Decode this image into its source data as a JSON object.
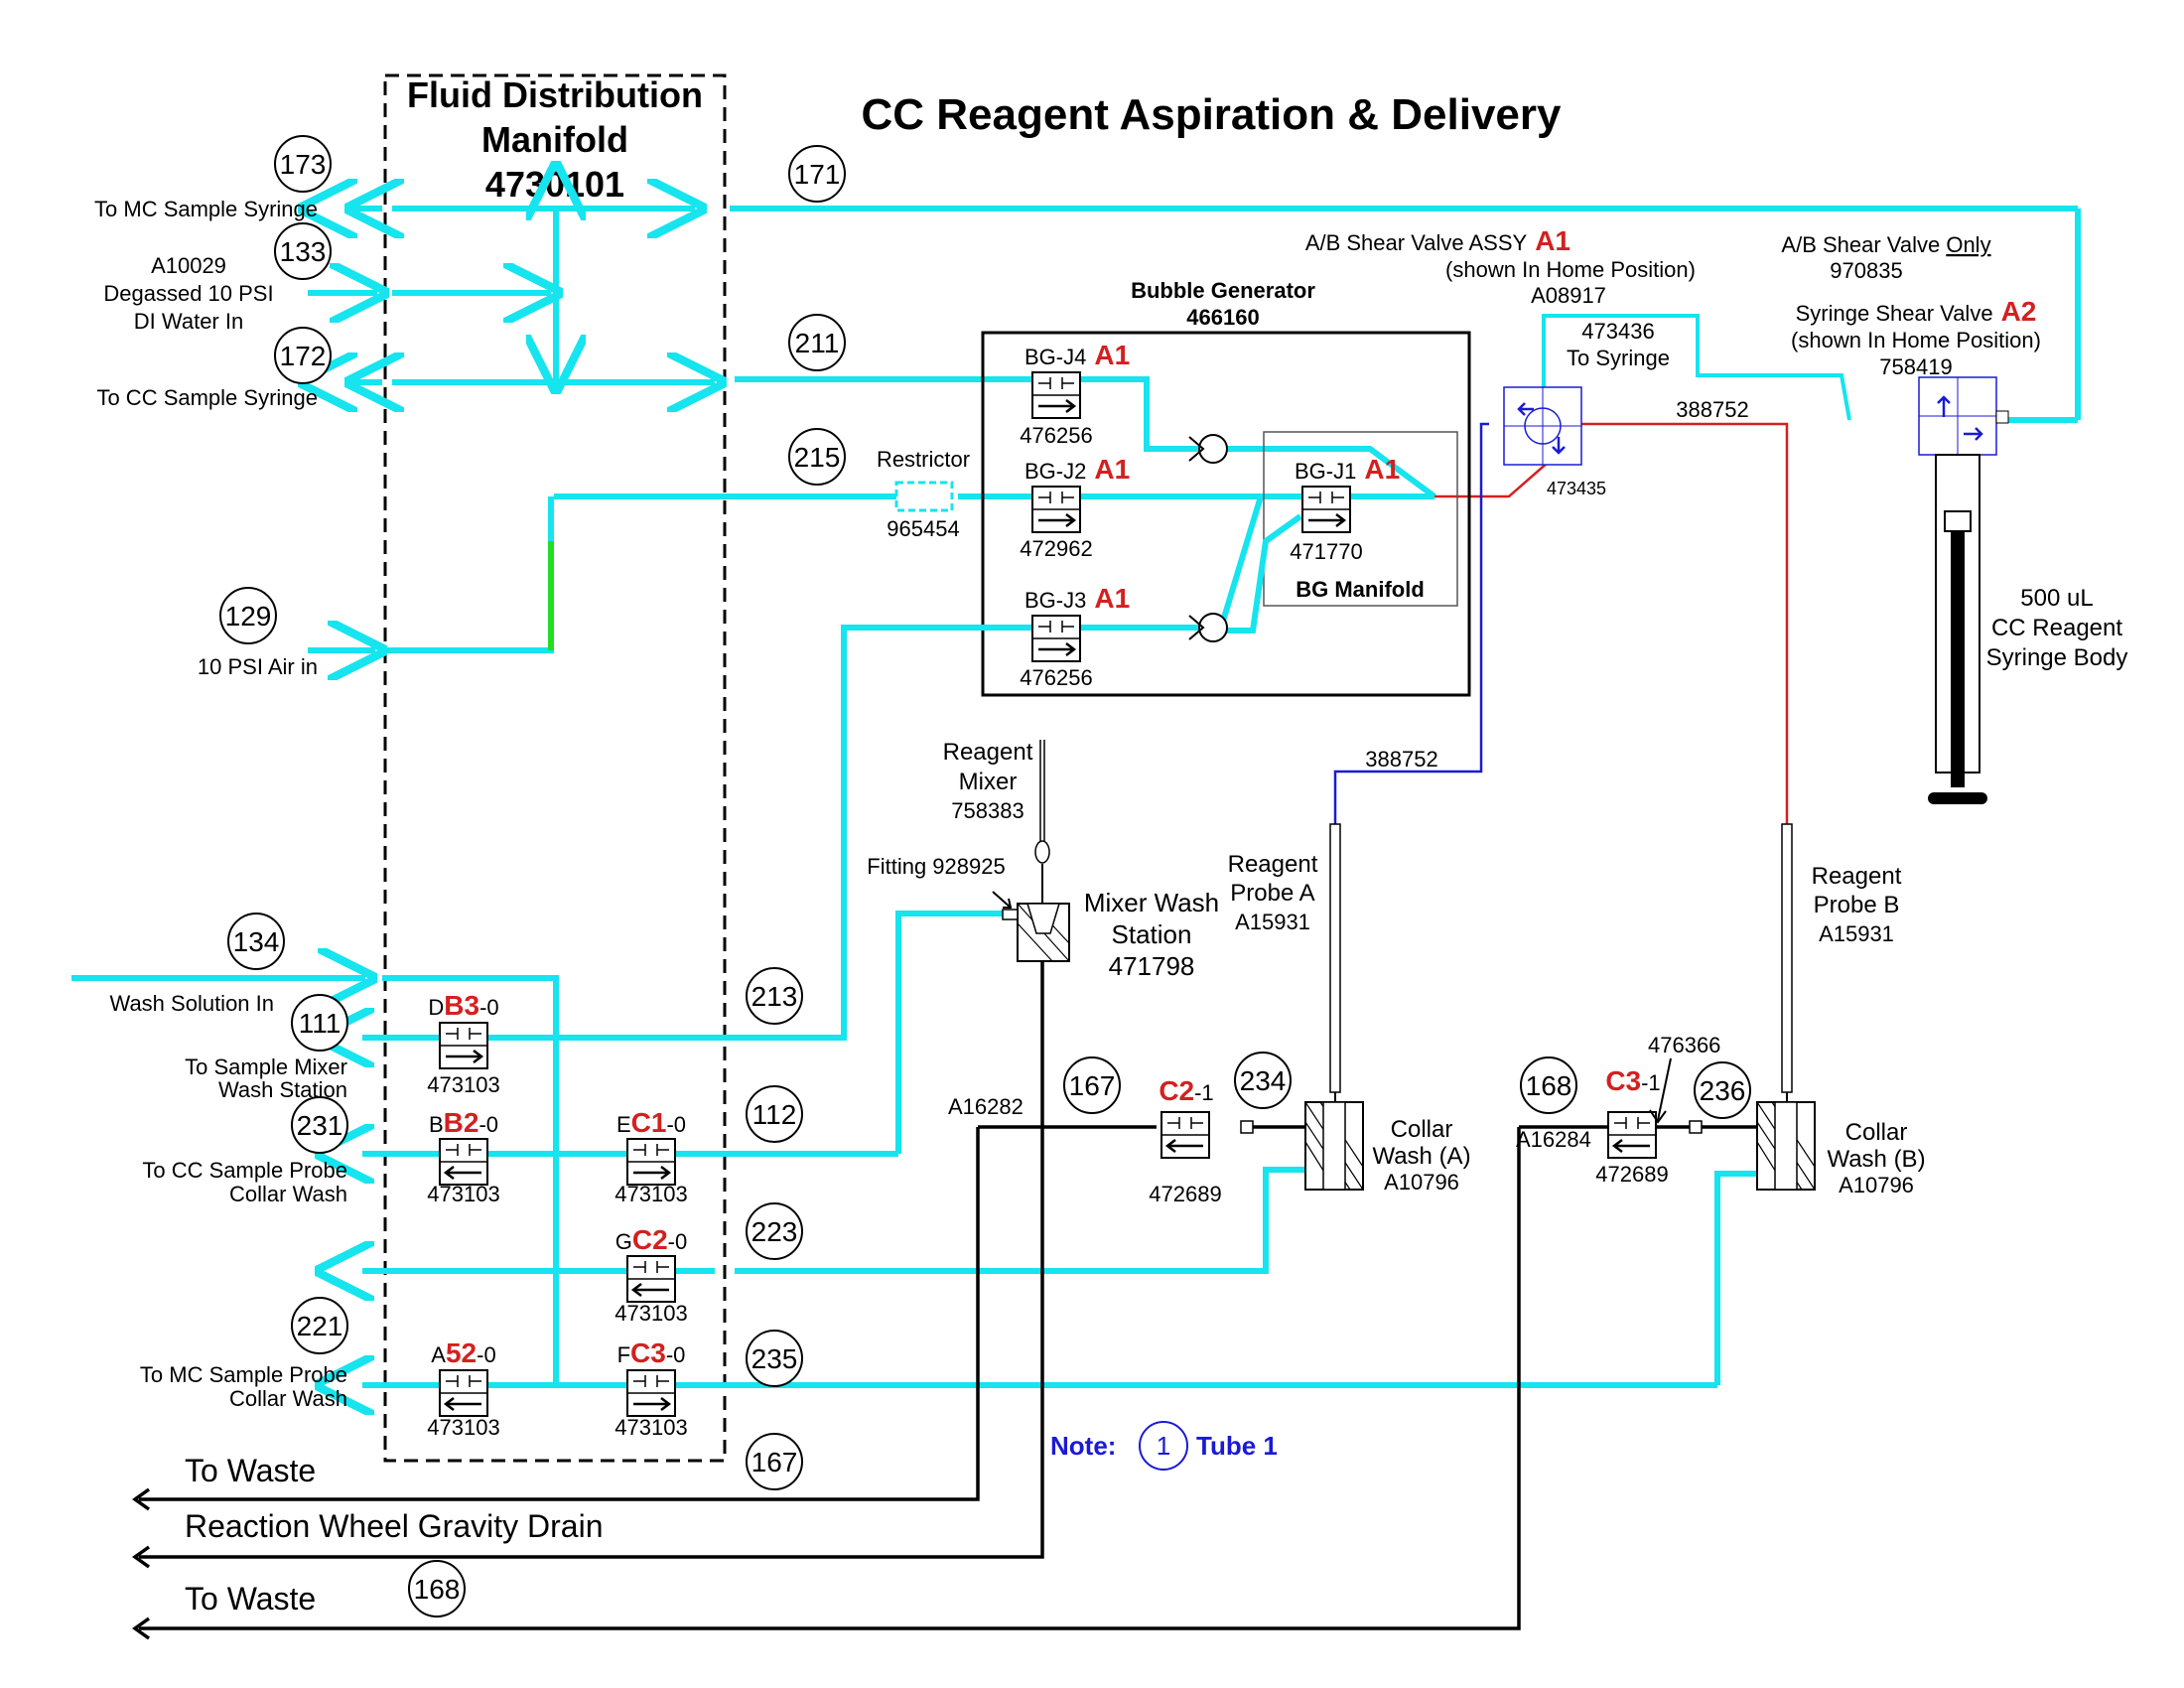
{
  "title": "CC Reagent Aspiration & Delivery",
  "manifold": {
    "line1": "Fluid Distribution",
    "line2": "Manifold",
    "part": "4730101"
  },
  "ports": [
    {
      "num": "173",
      "label": "To MC Sample Syringe"
    },
    {
      "num": "133",
      "label_lines": [
        "A10029",
        "Degassed 10 PSI",
        "DI Water In"
      ]
    },
    {
      "num": "172",
      "label": "To CC Sample Syringe"
    },
    {
      "num": "129",
      "label": "10 PSI Air in"
    },
    {
      "num": "134",
      "label": "Wash Solution In"
    },
    {
      "num": "111",
      "label_lines": [
        "To Sample Mixer",
        "Wash Station"
      ]
    },
    {
      "num": "231",
      "label_lines": [
        "To CC Sample Probe",
        "Collar Wash"
      ]
    },
    {
      "num": "221",
      "label_lines": [
        "To MC Sample Probe",
        "Collar Wash"
      ]
    }
  ],
  "tube_numbers": {
    "t171": "171",
    "t211": "211",
    "t215": "215",
    "t213": "213",
    "t112": "112",
    "t223": "223",
    "t235": "235",
    "t167": "167",
    "t167b": "167",
    "t234": "234",
    "t168": "168",
    "t168b": "168",
    "t236": "236"
  },
  "valves": {
    "db3": {
      "pre": "D",
      "code": "B3",
      "post": "-0",
      "part": "473103"
    },
    "bb2": {
      "pre": "B",
      "code": "B2",
      "post": "-0",
      "part": "473103"
    },
    "ec1": {
      "pre": "E",
      "code": "C1",
      "post": "-0",
      "part": "473103"
    },
    "gc2": {
      "pre": "G",
      "code": "C2",
      "post": "-0",
      "part": "473103"
    },
    "a52": {
      "pre": "A",
      "code": "52",
      "post": "-0",
      "part": "473103"
    },
    "fc3": {
      "pre": "F",
      "code": "C3",
      "post": "-0",
      "part": "473103"
    },
    "c21": {
      "code": "C2",
      "post": "-1",
      "part": "472689"
    },
    "c31": {
      "code": "C3",
      "post": "-1",
      "part": "472689"
    }
  },
  "restrictor": {
    "label": "Restrictor",
    "part": "965454"
  },
  "bubble_generator": {
    "title": "Bubble Generator",
    "part": "466160",
    "j4": {
      "label": "BG-J4",
      "code": "A1",
      "part": "476256"
    },
    "j2": {
      "label": "BG-J2",
      "code": "A1",
      "part": "472962"
    },
    "j3": {
      "label": "BG-J3",
      "code": "A1",
      "part": "476256"
    },
    "j1": {
      "label": "BG-J1",
      "code": "A1",
      "part": "471770"
    },
    "manifold_label": "BG Manifold"
  },
  "shear_valve": {
    "assy_label": "A/B Shear Valve ASSY",
    "assy_code": "A1",
    "home": "(shown In Home Position)",
    "assy_part": "A08917",
    "only_label": "A/B Shear Valve",
    "only_word": "Only",
    "only_part": "970835",
    "port_part": "473436",
    "to_syringe": "To Syringe",
    "port2_part": "473435",
    "red_tube": "388752"
  },
  "syringe_valve": {
    "label": "Syringe Shear Valve",
    "code": "A2",
    "home": "(shown In Home Position)",
    "part": "758419"
  },
  "syringe": {
    "line1": "500 uL",
    "line2": "CC Reagent",
    "line3": "Syringe Body"
  },
  "mixer": {
    "line1": "Reagent",
    "line2": "Mixer",
    "part": "758383",
    "fitting": "Fitting 928925",
    "wash1": "Mixer Wash",
    "wash2": "Station",
    "wash_part": "471798"
  },
  "probe_a": {
    "line1": "Reagent",
    "line2": "Probe A",
    "part": "A15931",
    "blue_tube": "388752"
  },
  "probe_b": {
    "line1": "Reagent",
    "line2": "Probe B",
    "part": "A15931"
  },
  "collar_a": {
    "line1": "Collar",
    "line2": "Wash (A)",
    "part": "A10796"
  },
  "collar_b": {
    "line1": "Collar",
    "line2": "Wash (B)",
    "part": "A10796"
  },
  "drain_labels": {
    "a16282": "A16282",
    "a16284": "A16284",
    "p476366": "476366"
  },
  "waste": {
    "w1": "To Waste",
    "w2": "Reaction Wheel Gravity Drain",
    "w3": "To Waste"
  },
  "note": {
    "label": "Note:",
    "num": "1",
    "text": "Tube 1"
  },
  "colors": {
    "tube": "#16e4ee",
    "highlight": "#d42020",
    "note": "#1a1ad6",
    "green": "#22dd22"
  }
}
